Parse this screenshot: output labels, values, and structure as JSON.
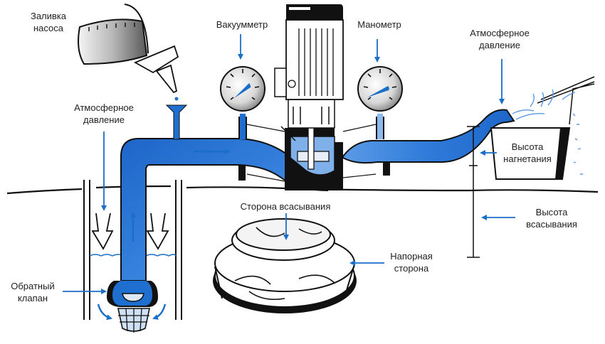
{
  "diagram": {
    "title": "Centrifugal pump suction and discharge diagram",
    "colors": {
      "water": "#1f6fd1",
      "water_light": "#7fb0ea",
      "arrow": "#1a6fc8",
      "outline": "#111111"
    },
    "labels": {
      "priming": {
        "line1": "Заливка",
        "line2": "насоса"
      },
      "atm_left": {
        "line1": "Атмосферное",
        "line2": "давление"
      },
      "vacuum_gauge": "Вакуумметр",
      "pressure_gauge": "Манометр",
      "atm_right": {
        "line1": "Атмосферное",
        "line2": "давление"
      },
      "discharge_head": {
        "line1": "Высота",
        "line2": "нагнетания"
      },
      "suction_head": {
        "line1": "Высота",
        "line2": "всасывания"
      },
      "suction_side": "Сторона всасывания",
      "discharge_side": {
        "line1": "Напорная",
        "line2": "сторона"
      },
      "check_valve": {
        "line1": "Обратный",
        "line2": "клапан"
      }
    }
  }
}
